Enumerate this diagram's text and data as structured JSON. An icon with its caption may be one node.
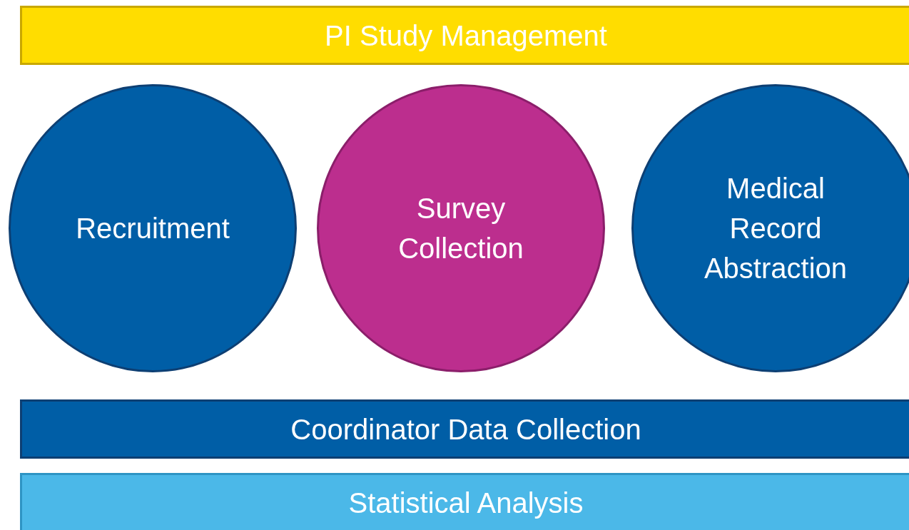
{
  "diagram": {
    "nodes": [
      {
        "text": [
          "PI Study Management"
        ]
      },
      {
        "text": [
          "Recruitment"
        ]
      },
      {
        "text": [
          "Survey Collection"
        ]
      },
      {
        "text": [
          "Medical Record Abstraction"
        ]
      },
      {
        "text": [
          "Coordinator Data Collection"
        ]
      },
      {
        "text": [
          "Statistical Analysis"
        ]
      }
    ]
  }
}
